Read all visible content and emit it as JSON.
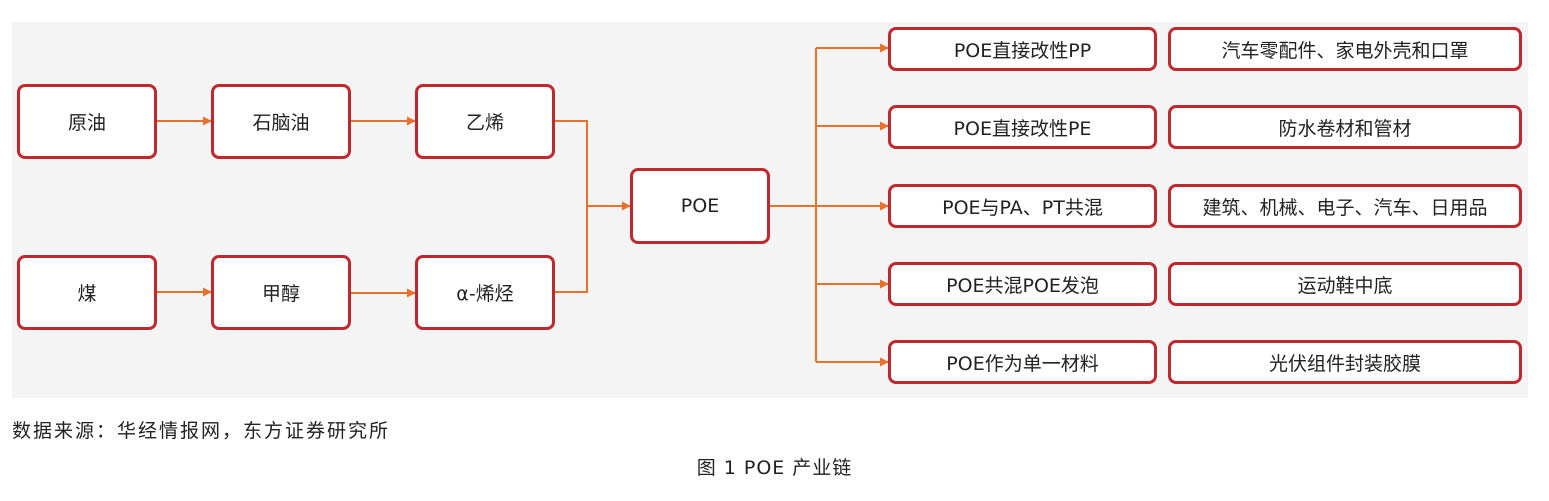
{
  "diagram": {
    "raw_materials": [
      "原油",
      "石脑油",
      "乙烯",
      "煤",
      "甲醇",
      "α-烯烃"
    ],
    "product": "POE",
    "applications": [
      {
        "process": "POE直接改性PP",
        "end_use": "汽车零配件、家电外壳和口罩"
      },
      {
        "process": "POE直接改性PE",
        "end_use": "防水卷材和管材"
      },
      {
        "process": "POE与PA、PT共混",
        "end_use": "建筑、机械、电子、汽车、日用品"
      },
      {
        "process": "POE共混POE发泡",
        "end_use": "运动鞋中底"
      },
      {
        "process": "POE作为单一材料",
        "end_use": "光伏组件封装胶膜"
      }
    ]
  },
  "colors": {
    "box_border": "#c0282d",
    "arrow": "#e8712b",
    "panel_bg": "#f4f4f4"
  },
  "source": "数据来源：华经情报网，东方证券研究所",
  "caption": "图 1  POE 产业链"
}
